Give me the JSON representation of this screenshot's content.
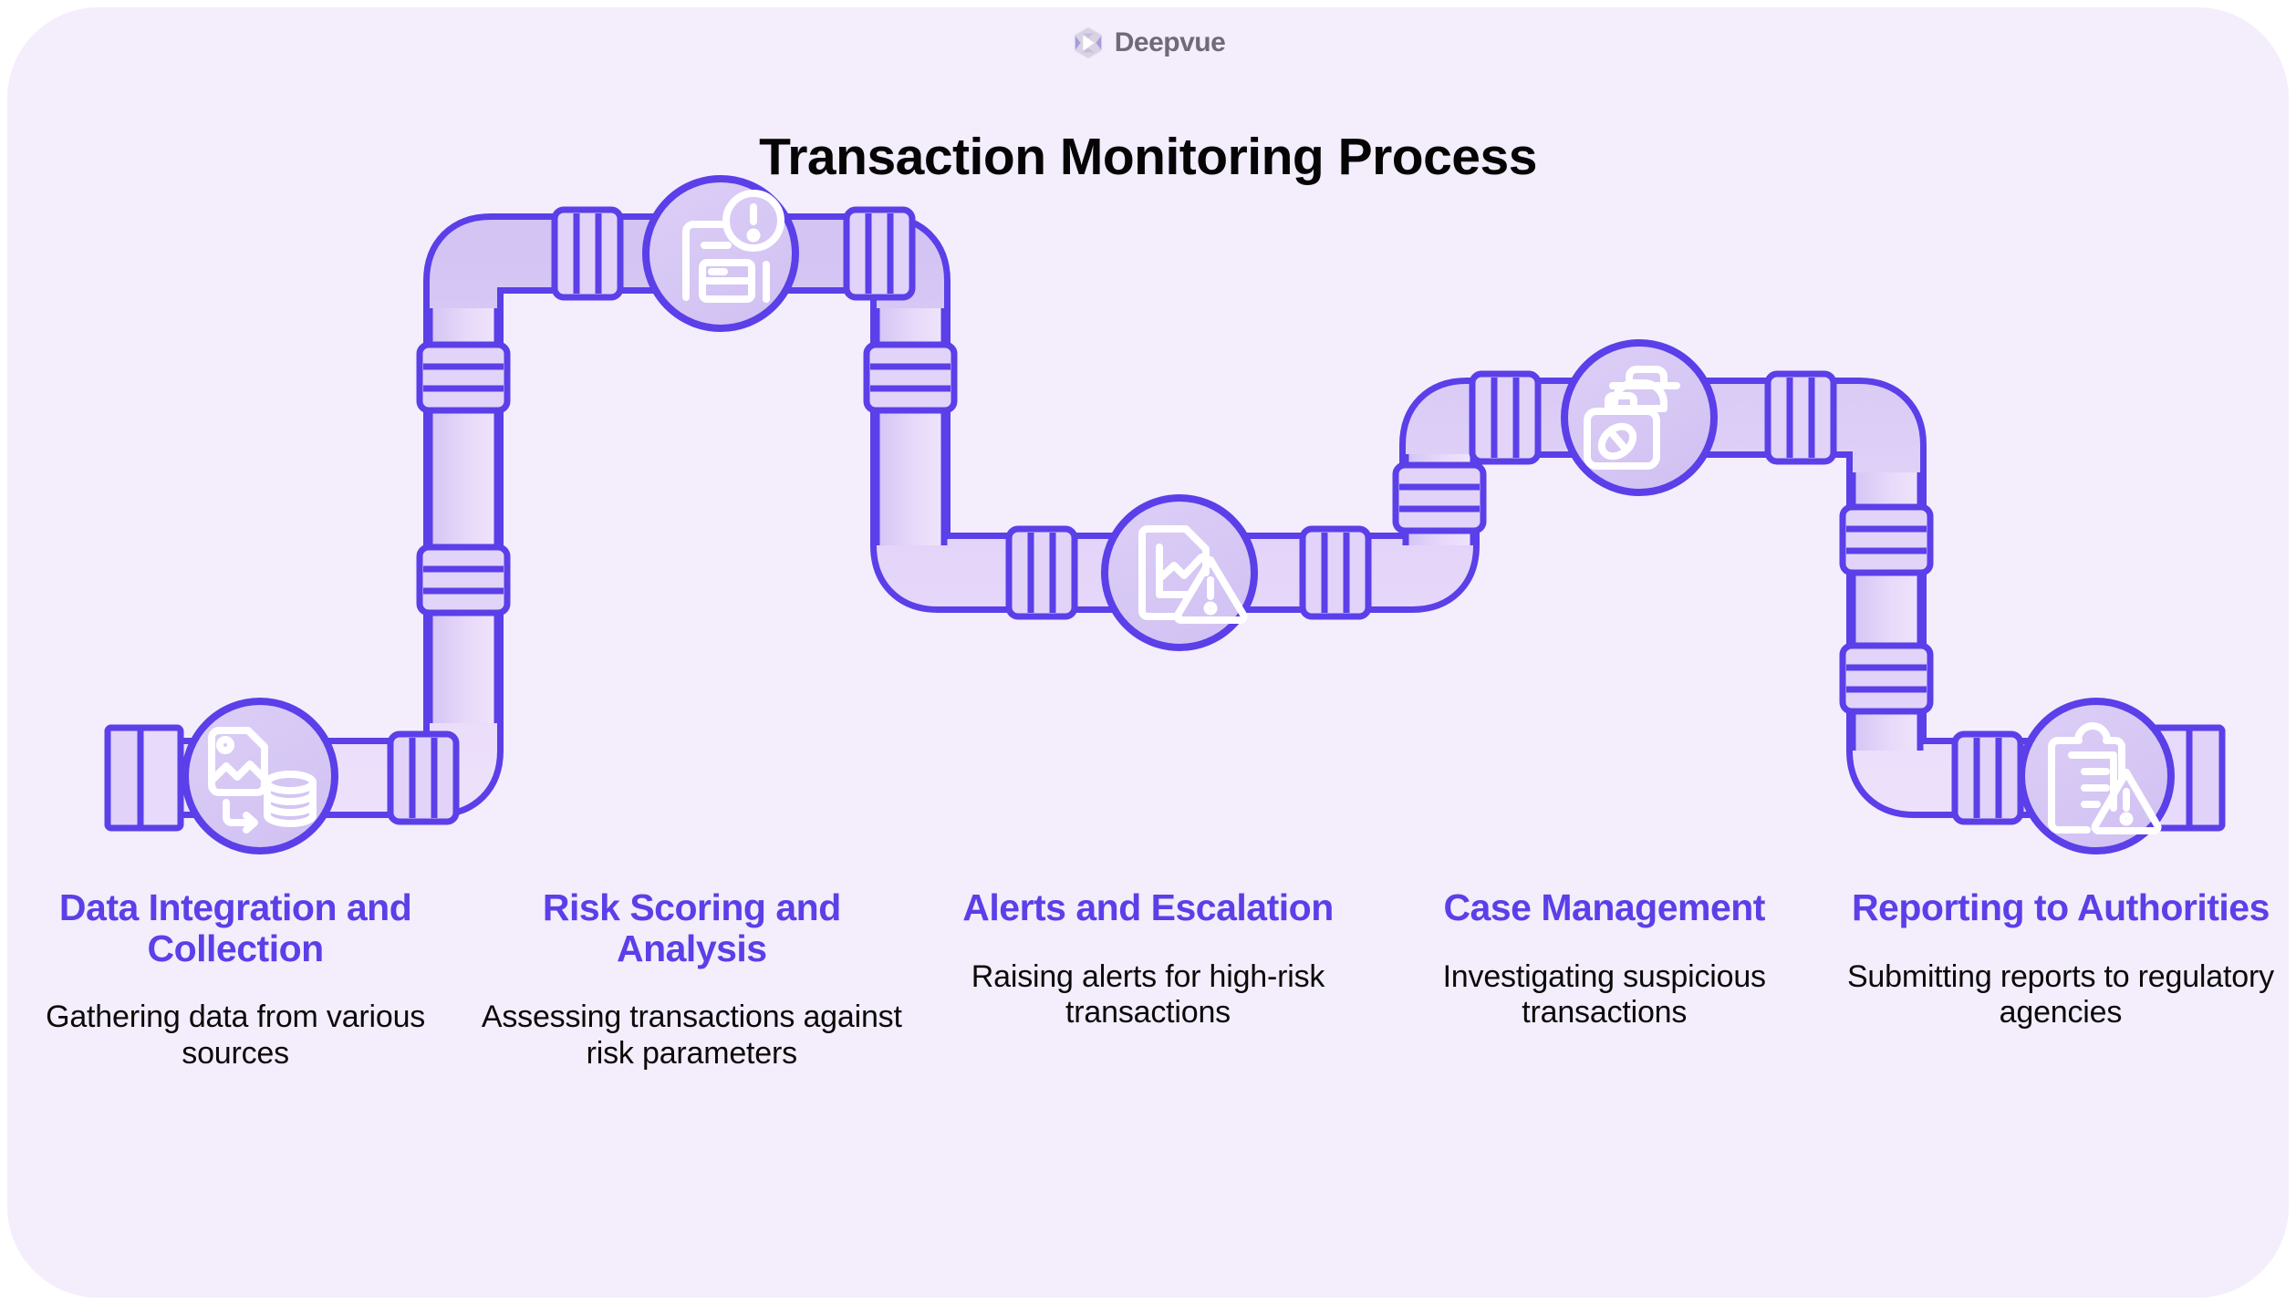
{
  "brand": {
    "name": "Deepvue",
    "logo_icon": "hexagon-logo-icon",
    "logo_color": "#6E6B77"
  },
  "header": {
    "title": "Transaction Monitoring Process"
  },
  "theme": {
    "background": "#F4EDFB",
    "accent": "#5B3FE8",
    "pipe_fill_dark": "#D6C8F5",
    "pipe_fill_light": "#EFE3FB",
    "circle_fill": "#D9CBF5",
    "icon_color": "#FFFFFF",
    "title_color": "#050505",
    "desc_color": "#0A0A0A"
  },
  "steps": [
    {
      "index": 1,
      "title": "Data Integration and Collection",
      "description": "Gathering data from various sources",
      "icon": "image-file-to-database-icon"
    },
    {
      "index": 2,
      "title": "Risk Scoring and Analysis",
      "description": "Assessing transactions against risk parameters",
      "icon": "document-list-alert-icon"
    },
    {
      "index": 3,
      "title": "Alerts and Escalation",
      "description": "Raising alerts for high-risk transactions",
      "icon": "chart-document-warning-icon"
    },
    {
      "index": 4,
      "title": "Case Management",
      "description": "Investigating suspicious transactions",
      "icon": "detective-briefcase-icon"
    },
    {
      "index": 5,
      "title": "Reporting to Authorities",
      "description": "Submitting reports to regulatory agencies",
      "icon": "clipboard-warning-icon"
    }
  ]
}
